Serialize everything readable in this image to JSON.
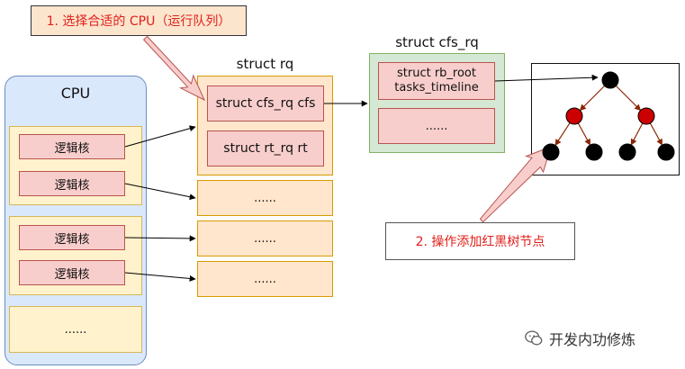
{
  "callouts": {
    "select_cpu": "1. 选择合适的 CPU（运行队列）",
    "add_node": "2. 操作添加红黑树节点"
  },
  "cpu": {
    "title": "CPU",
    "groups": [
      {
        "cores": [
          "逻辑核",
          "逻辑核"
        ]
      },
      {
        "cores": [
          "逻辑核",
          "逻辑核"
        ]
      }
    ],
    "more": "......"
  },
  "rq": {
    "title": "struct rq",
    "fields": [
      "struct cfs_rq cfs",
      "struct rt_rq rt"
    ],
    "other_slots": [
      "......",
      "......",
      "......"
    ]
  },
  "cfs_rq": {
    "title": "struct cfs_rq",
    "fields": [
      "struct rb_root\ntasks_timeline",
      "......"
    ]
  },
  "rbtree": {
    "nodes": [
      {
        "id": "root",
        "color": "black"
      },
      {
        "id": "l",
        "color": "red"
      },
      {
        "id": "r",
        "color": "red"
      },
      {
        "id": "ll",
        "color": "black"
      },
      {
        "id": "lr",
        "color": "black"
      },
      {
        "id": "rl",
        "color": "black"
      },
      {
        "id": "rr",
        "color": "black"
      }
    ]
  },
  "colors": {
    "black_node": "#000000",
    "red_node": "#cc0000",
    "tree_edge": "#8b2500",
    "callout_text": "#e0201b",
    "hint_arrow_fill": "#f8cecc",
    "hint_arrow_stroke": "#b85450"
  },
  "watermark": {
    "icon": "wechat-icon",
    "text": "开发内功修炼"
  }
}
